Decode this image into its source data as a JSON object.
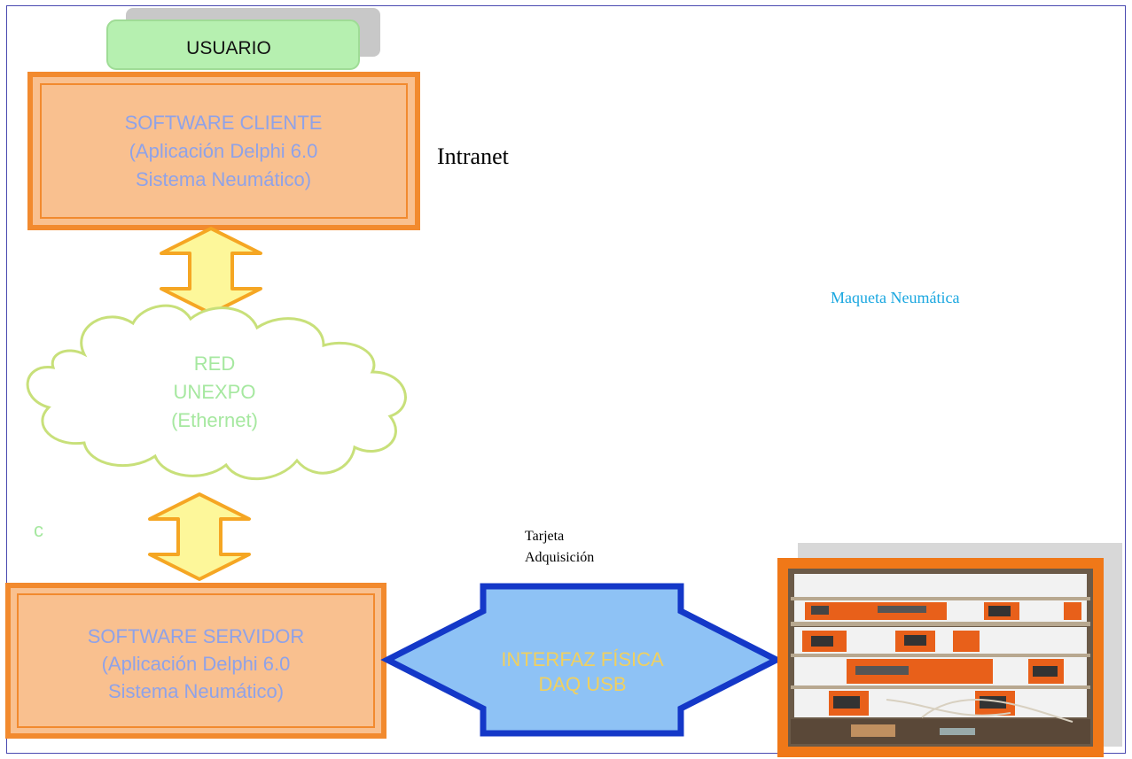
{
  "user": {
    "label": "USUARIO"
  },
  "client": {
    "line1": "SOFTWARE  CLIENTE",
    "line2": "(Aplicación Delphi 6.0",
    "line3": "Sistema Neumático)"
  },
  "network": {
    "line1": "RED",
    "line2": "UNEXPO",
    "line3": "(Ethernet)"
  },
  "server": {
    "line1": "SOFTWARE  SERVIDOR",
    "line2": "(Aplicación Delphi 6.0",
    "line3": "Sistema Neumático)"
  },
  "interface": {
    "line1": "INTERFAZ FÍSICA",
    "line2": "DAQ USB"
  },
  "labels": {
    "intranet": "Intranet",
    "maqueta": "Maqueta Neumática",
    "tarjeta1": "Tarjeta",
    "tarjeta2": "Adquisición",
    "stray": "c"
  },
  "colors": {
    "box_fill": "#f9c08f",
    "box_border": "#f28a2e",
    "box_text": "#8fa2e8",
    "arrow_fill": "#fdf79a",
    "arrow_border": "#f5a623",
    "cloud_stroke": "#c8e07a",
    "cloud_text": "#a6e8a0",
    "daq_fill": "#8ec2f5",
    "daq_border": "#1438c8",
    "daq_text": "#f0d060",
    "maqueta_text": "#1aa7e0",
    "user_fill": "#b6f0b0"
  }
}
